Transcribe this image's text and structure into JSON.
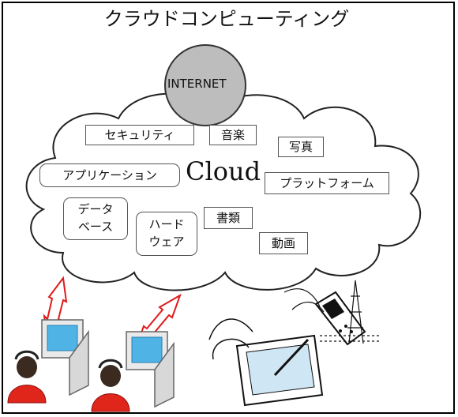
{
  "title": "クラウドコンピューティング",
  "internet_label": "INTERNET",
  "cloud_label": "Cloud",
  "services": {
    "security": "セキュリティ",
    "music": "音楽",
    "photos": "写真",
    "applications": "アプリケーション",
    "platform": "プラットフォーム",
    "database_line1": "データ",
    "database_line2": "ベース",
    "hardware_line1": "ハード",
    "hardware_line2": "ウェア",
    "documents": "書類",
    "video": "動画"
  },
  "colors": {
    "internet_fill": "#bdbdbd",
    "arrow": "#e0191a",
    "monitor_screen": "#4fb3e6",
    "user_body": "#e0251b"
  },
  "icons": [
    "user-computer-icon",
    "user-computer-icon",
    "tablet-pen-icon",
    "mobile-phone-icon",
    "antenna-tower-icon"
  ]
}
